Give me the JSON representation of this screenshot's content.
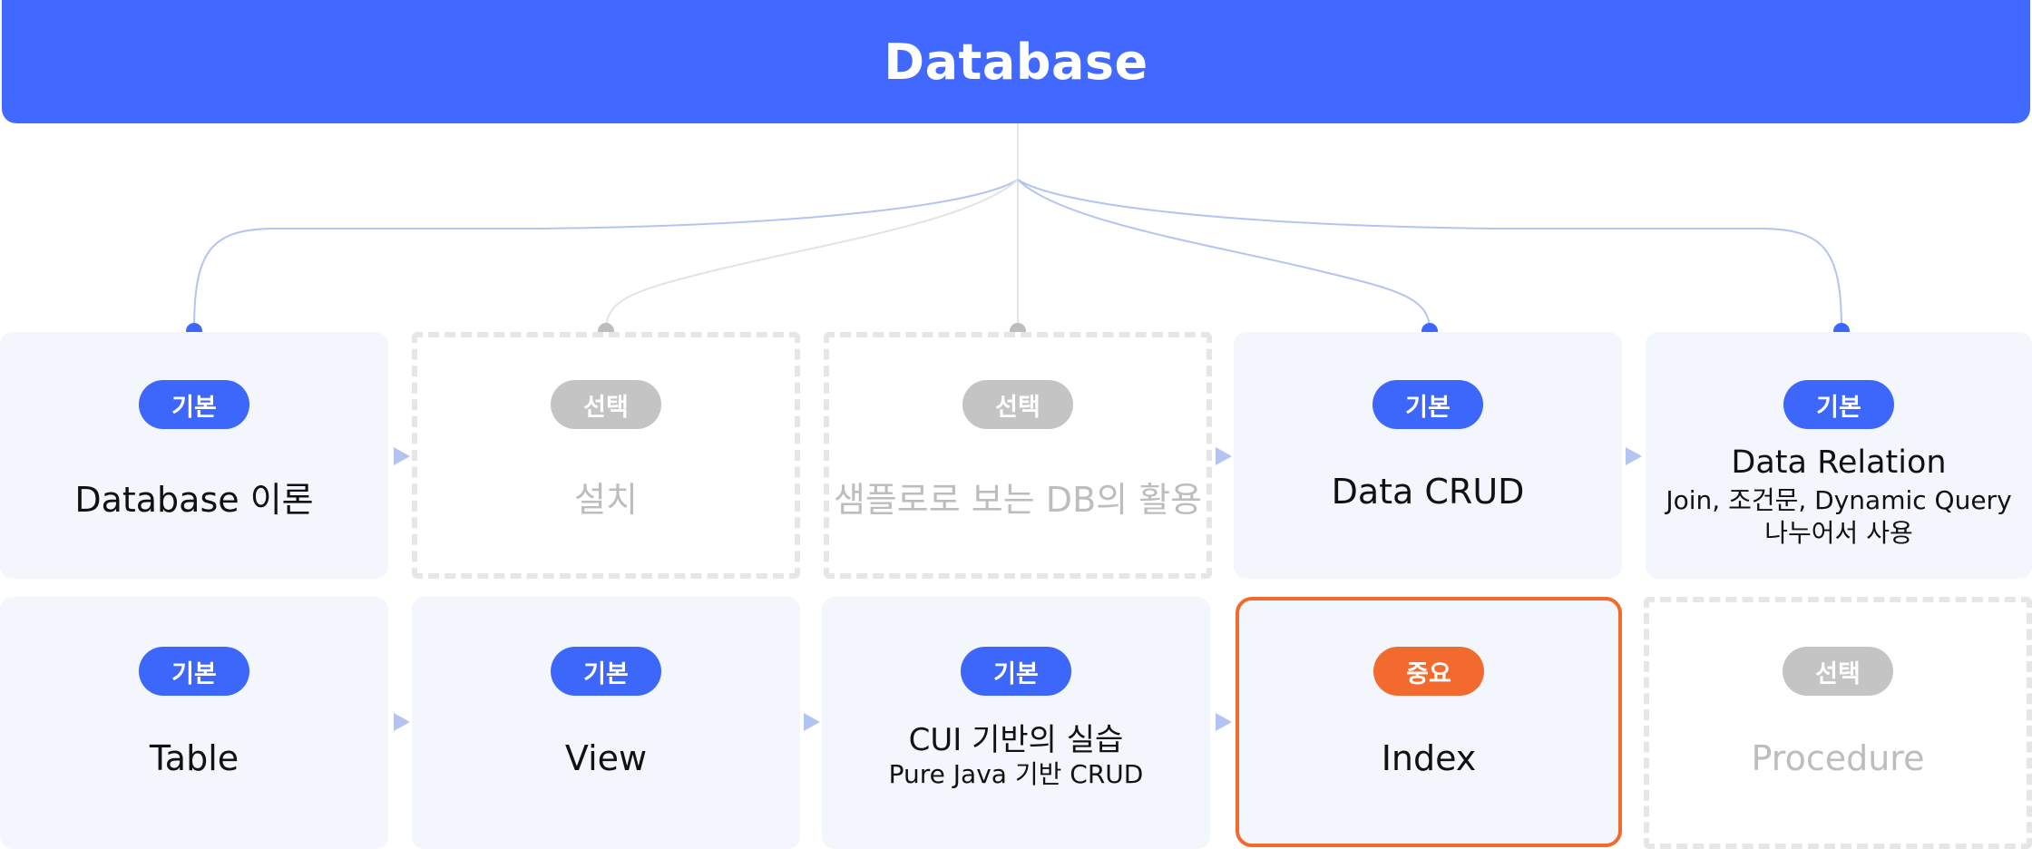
{
  "header": {
    "title": "Database"
  },
  "badges": {
    "basic": "기본",
    "optional": "선택",
    "important": "중요"
  },
  "row1": [
    {
      "badge": "기본",
      "title": "Database 이론"
    },
    {
      "badge": "선택",
      "title": "설치"
    },
    {
      "badge": "선택",
      "title": "샘플로로 보는 DB의 활용"
    },
    {
      "badge": "기본",
      "title": "Data CRUD"
    },
    {
      "badge": "기본",
      "title": "Data Relation",
      "sub1": "Join, 조건문, Dynamic Query",
      "sub2": "나누어서 사용"
    }
  ],
  "row2": [
    {
      "badge": "기본",
      "title": "Table"
    },
    {
      "badge": "기본",
      "title": "View"
    },
    {
      "badge": "기본",
      "title": "CUI 기반의 실습",
      "sub1": "Pure Java 기반 CRUD"
    },
    {
      "badge": "중요",
      "title": "Index"
    },
    {
      "badge": "선택",
      "title": "Procedure"
    }
  ],
  "colors": {
    "primary": "#4169ff",
    "basic": "#3d67fb",
    "optional": "#c4c4c4",
    "important": "#f26a2d",
    "card": "#f3f6fc",
    "connector": "#b3c4f3"
  }
}
